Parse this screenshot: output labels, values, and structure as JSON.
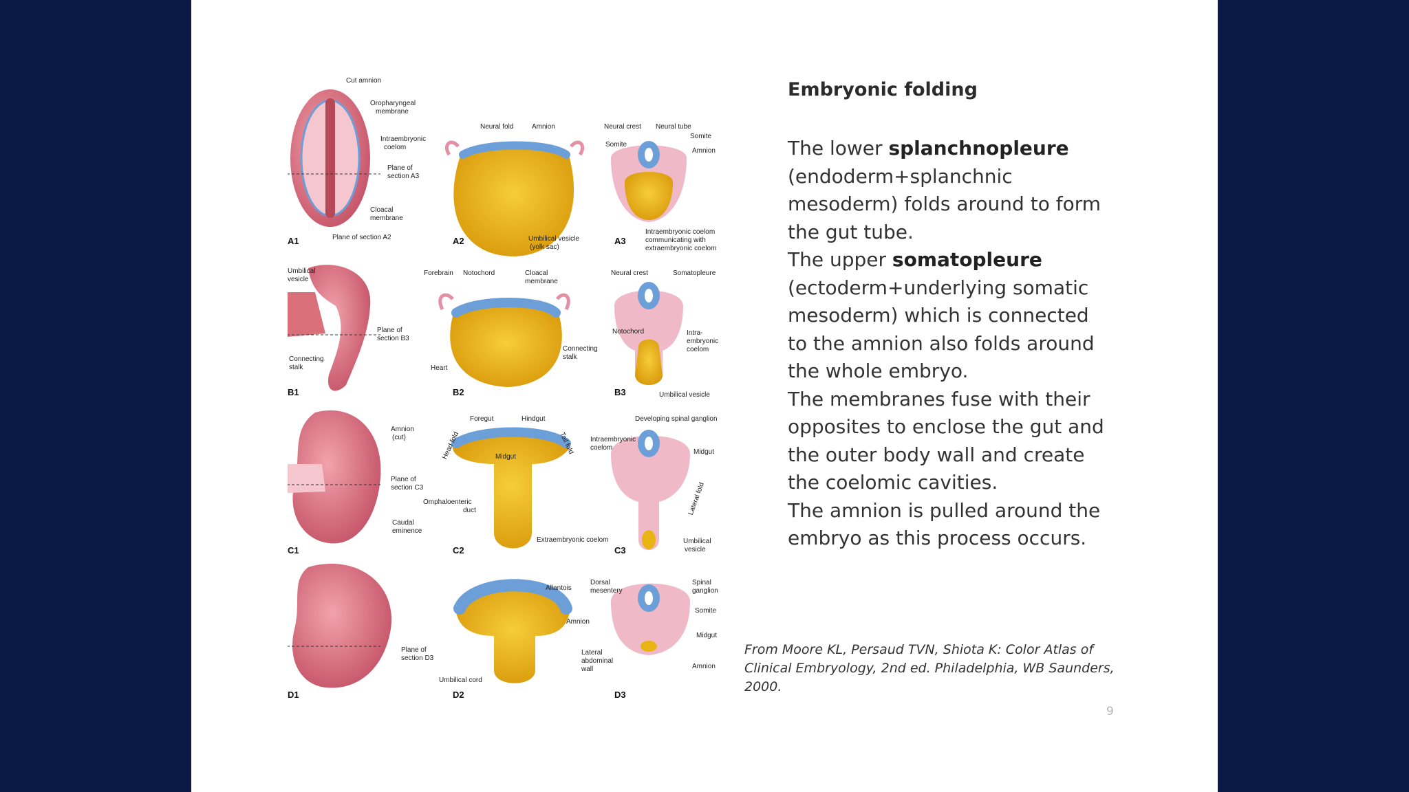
{
  "slide": {
    "title": "Embryonic folding",
    "body": {
      "p1_a": "The lower ",
      "p1_b": "splanchnopleure",
      "p1_c": " (endoderm+splanchnic mesoderm) folds around to form the gut tube.",
      "p2_a": "The upper ",
      "p2_b": "somatopleure",
      "p2_c": " (ectoderm+underlying somatic mesoderm) which is connected to the amnion also folds around the whole embryo.",
      "p3": "The membranes fuse with their opposites to enclose the gut and the outer body wall and create the coelomic cavities.",
      "p4": "The amnion is pulled around the embryo as this process occurs."
    },
    "citation": "From Moore KL, Persaud TVN, Shiota K: Color Atlas of Clinical Embryology, 2nd ed. Philadelphia, WB Saunders, 2000.",
    "page_number": "9"
  },
  "figure": {
    "panels": {
      "A1": "A1",
      "A2": "A2",
      "A3": "A3",
      "B1": "B1",
      "B2": "B2",
      "B3": "B3",
      "C1": "C1",
      "C2": "C2",
      "C3": "C3",
      "D1": "D1",
      "D2": "D2",
      "D3": "D3"
    },
    "labels": {
      "cut_amnion": "Cut amnion",
      "oropharyngeal_1": "Oropharyngeal",
      "oropharyngeal_2": "membrane",
      "intraembryonic_1": "Intraembryonic",
      "intraembryonic_2": "coelom",
      "plane_a3_1": "Plane of",
      "plane_a3_2": "section A3",
      "cloacal_1": "Cloacal",
      "cloacal_2": "membrane",
      "plane_a2": "Plane of section A2",
      "neural_fold": "Neural fold",
      "amnion_a2": "Amnion",
      "umbilical_vesicle_1": "Umbilical vesicle",
      "umbilical_vesicle_2": "(yolk sac)",
      "neural_crest": "Neural crest",
      "neural_tube": "Neural tube",
      "somite_a3l": "Somite",
      "somite_a3r": "Somite",
      "amnion_a3": "Amnion",
      "intra_comm_1": "Intraembryonic coelom",
      "intra_comm_2": "communicating with",
      "intra_comm_3": "extraembryonic coelom",
      "umbilical_b1_1": "Umbilical",
      "umbilical_b1_2": "vesicle",
      "plane_b3_1": "Plane of",
      "plane_b3_2": "section B3",
      "connecting_b1_1": "Connecting",
      "connecting_b1_2": "stalk",
      "forebrain": "Forebrain",
      "notochord_b2": "Notochord",
      "cloacal_b2_1": "Cloacal",
      "cloacal_b2_2": "membrane",
      "heart": "Heart",
      "connecting_b2_1": "Connecting",
      "connecting_b2_2": "stalk",
      "neural_crest_b3": "Neural crest",
      "somatopleure": "Somatopleure",
      "notochord_b3": "Notochord",
      "intra_b3_1": "Intra-",
      "intra_b3_2": "embryonic",
      "intra_b3_3": "coelom",
      "umbilical_b3": "Umbilical vesicle",
      "amnion_cut_1": "Amnion",
      "amnion_cut_2": "(cut)",
      "plane_c3_1": "Plane of",
      "plane_c3_2": "section C3",
      "caudal_1": "Caudal",
      "caudal_2": "eminence",
      "foregut": "Foregut",
      "hindgut": "Hindgut",
      "head_fold": "Head fold",
      "tail_fold": "Tail fold",
      "midgut_c2": "Midgut",
      "omphalo_1": "Omphaloenteric",
      "omphalo_2": "duct",
      "extraembryonic": "Extraembryonic coelom",
      "developing_ganglion": "Developing spinal ganglion",
      "intra_c3_1": "Intraembryonic",
      "intra_c3_2": "coelom",
      "midgut_c3": "Midgut",
      "lateral_fold": "Lateral fold",
      "umbilical_c3_1": "Umbilical",
      "umbilical_c3_2": "vesicle",
      "plane_d3_1": "Plane of",
      "plane_d3_2": "section D3",
      "allantois": "Allantois",
      "amnion_d2": "Amnion",
      "umbilical_cord": "Umbilical cord",
      "dorsal_1": "Dorsal",
      "dorsal_2": "mesentery",
      "spinal_1": "Spinal",
      "spinal_2": "ganglion",
      "somite_d3": "Somite",
      "midgut_d3": "Midgut",
      "lateral_abd_1": "Lateral",
      "lateral_abd_2": "abdominal",
      "lateral_abd_3": "wall",
      "amnion_d3": "Amnion"
    }
  },
  "colors": {
    "background": "#0b1a45",
    "slide": "#ffffff",
    "embryo_pink": "#d9707a",
    "yolk": "#e8b413",
    "ectoderm_blue": "#6c9fd8",
    "tissue_pink": "#f0b9c8"
  }
}
